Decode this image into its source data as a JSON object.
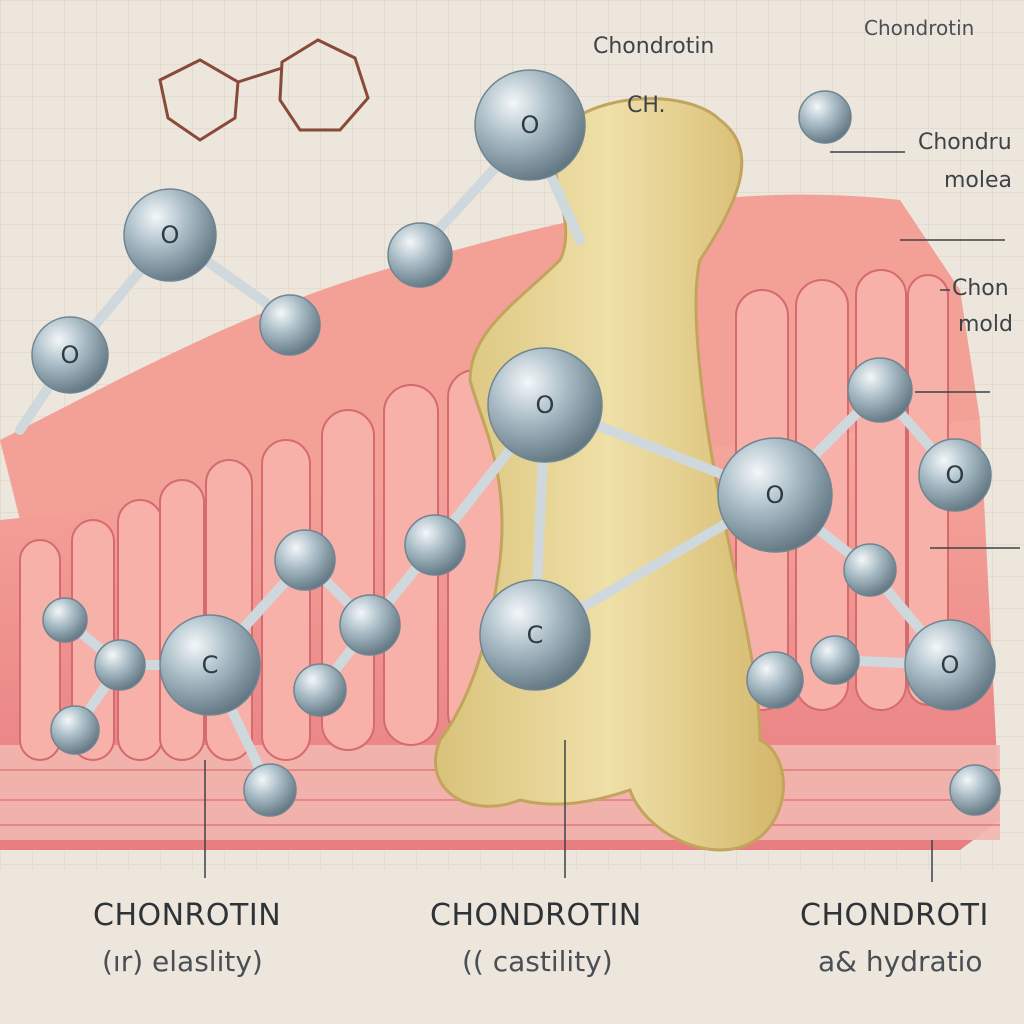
{
  "labels": {
    "top_chondrotin_1": "Chondrotin",
    "top_chondrotin_2": "Chondrotin",
    "top_ch": "CH.",
    "right_1_line1": "Chondru",
    "right_1_line2": "molea",
    "right_2_line1": "Chon",
    "right_2_line2": "mold",
    "bottom_left_title": "CHONROTIN",
    "bottom_left_sub": "(ır) elaslity)",
    "bottom_mid_title": "CHONDROTIN",
    "bottom_mid_sub": "(( castility)",
    "bottom_right_title": "CHONDROTI",
    "bottom_right_sub": "a& hydratio"
  },
  "atom_letters": {
    "o": "O",
    "c": "C"
  },
  "colors": {
    "background": "#ece6dc",
    "tissue": "#f08a8a",
    "bone": "#e6d392",
    "atom": "#a9bcc6"
  }
}
